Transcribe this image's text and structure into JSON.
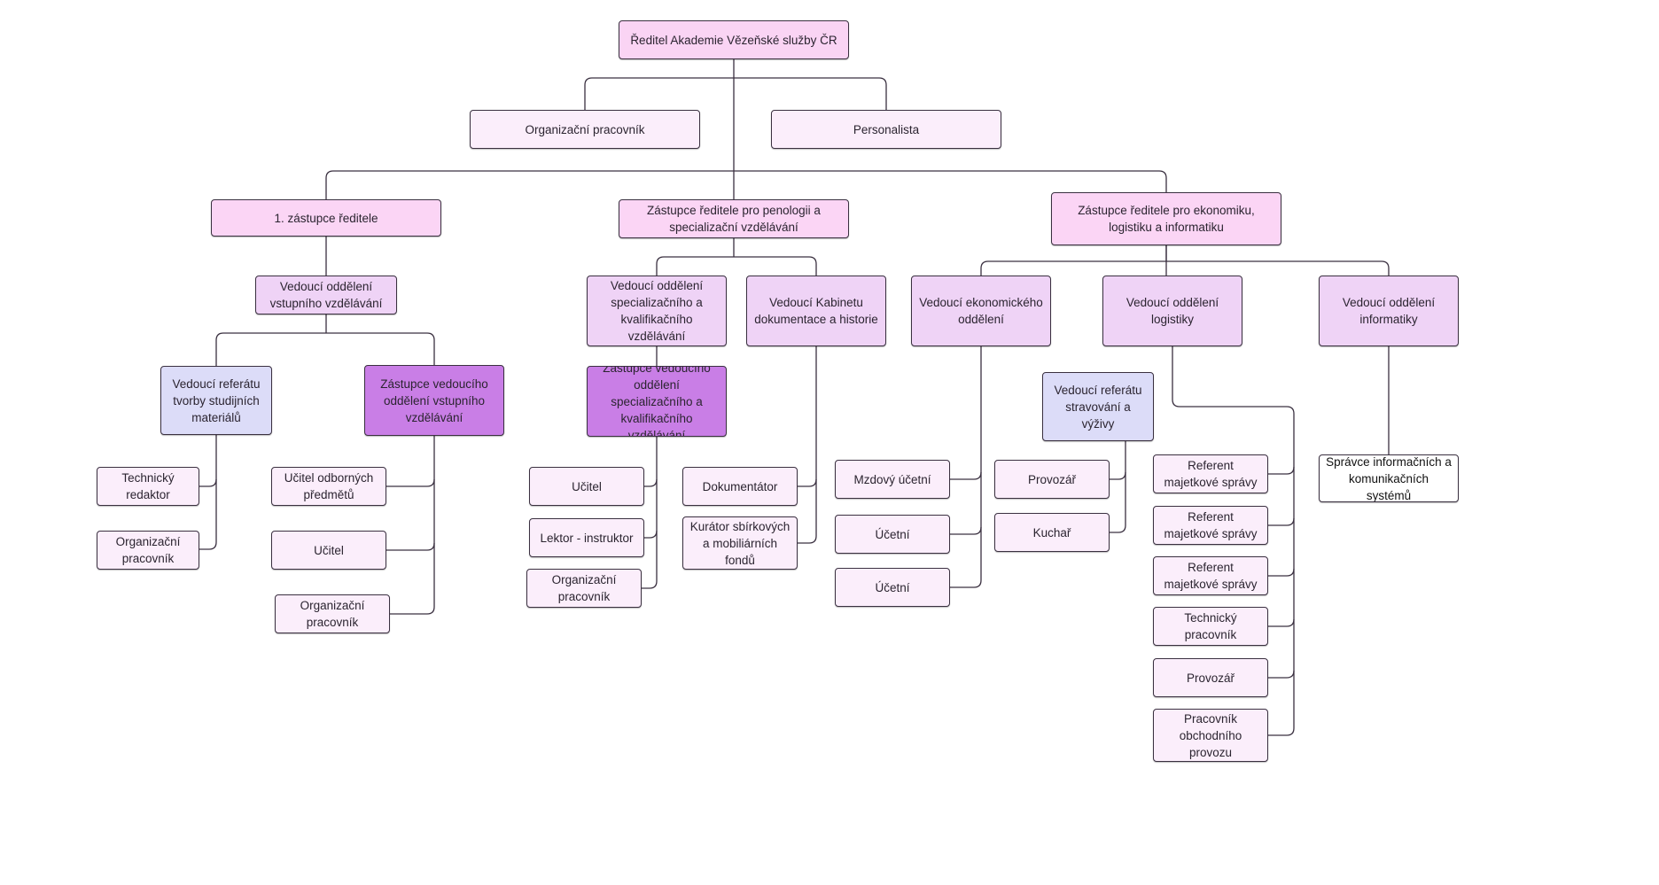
{
  "colors": {
    "line": "#3a3040",
    "top": "#fad4f4",
    "deputy": "#fbd5f5",
    "staff": "#fbeefb",
    "head": "#efd3f6",
    "section": "#dcdcf8",
    "subdeputy": "#c97ee6",
    "plain": "#ffffff"
  },
  "nodes": {
    "director": "Ředitel Akademie Vězeňské služby ČR",
    "org_worker_top": "Organizační pracovník",
    "personnel": "Personalista",
    "deputy_1": "1. zástupce ředitele",
    "deputy_penology": "Zástupce ředitele pro penologii a specializační vzdělávání",
    "deputy_economy": "Zástupce ředitele pro ekonomiku, logistiku a informatiku",
    "head_entry_edu": "Vedoucí oddělení vstupního vzdělávání",
    "head_study_materials": "Vedoucí referátu tvorby studijních materiálů",
    "sub_head_entry_edu": "Zástupce vedoucího oddělení vstupního vzdělávání",
    "tech_editor": "Technický redaktor",
    "org_worker_a": "Organizační pracovník",
    "teacher_prof": "Učitel odborných předmětů",
    "teacher_a": "Učitel",
    "org_worker_b": "Organizační pracovník",
    "head_spec_edu": "Vedoucí oddělení specializačního a kvalifikačního vzdělávání",
    "head_cabinet": "Vedoucí Kabinetu dokumentace a historie",
    "sub_head_spec_edu": "Zástupce vedoucího oddělení specializačního a kvalifikačního vzdělávání",
    "teacher_b": "Učitel",
    "lecturer": "Lektor - instruktor",
    "org_worker_c": "Organizační pracovník",
    "documentarist": "Dokumentátor",
    "curator": "Kurátor sbírkových a mobiliárních fondů",
    "head_economic": "Vedoucí ekonomického oddělení",
    "payroll": "Mzdový účetní",
    "accountant_a": "Účetní",
    "accountant_b": "Účetní",
    "head_logistics": "Vedoucí oddělení logistiky",
    "head_catering": "Vedoucí referátu stravování a výživy",
    "operator_a": "Provozář",
    "cook": "Kuchař",
    "property_ref_a": "Referent majetkové správy",
    "property_ref_b": "Referent majetkové správy",
    "property_ref_c": "Referent majetkové správy",
    "tech_worker": "Technický pracovník",
    "operator_b": "Provozář",
    "commerce_worker": "Pracovník obchodního provozu",
    "head_it": "Vedoucí oddělení informatiky",
    "it_admin": "Správce informačních a komunikačních systémů"
  }
}
